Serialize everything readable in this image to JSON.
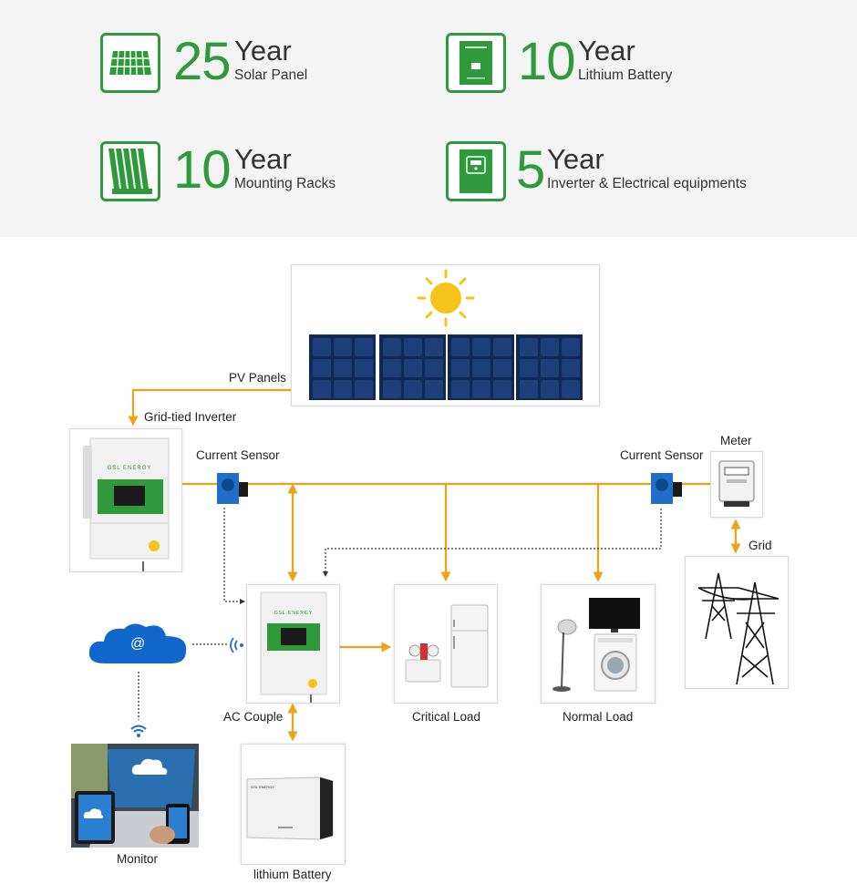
{
  "warranties": [
    {
      "number": "25",
      "unit": "Year",
      "subject": "Solar Panel",
      "icon": "solar-panel-icon"
    },
    {
      "number": "10",
      "unit": "Year",
      "subject": "Lithium Battery",
      "icon": "battery-icon"
    },
    {
      "number": "10",
      "unit": "Year",
      "subject": "Mounting Racks",
      "icon": "mounting-racks-icon"
    },
    {
      "number": "5",
      "unit": "Year",
      "subject": "Inverter & Electrical equipments",
      "icon": "inverter-icon"
    }
  ],
  "diagram": {
    "pv_panels": "PV Panels",
    "grid_tied_inverter": "Grid-tied Inverter",
    "current_sensor_left": "Current Sensor",
    "current_sensor_right": "Current Sensor",
    "meter": "Meter",
    "grid": "Grid",
    "ac_couple": "AC Couple",
    "critical_load": "Critical Load",
    "normal_load": "Normal Load",
    "lithium_battery": "lithium Battery",
    "monitor": "Monitor",
    "brand": "GSL ENERGY",
    "cloud_symbol": "@"
  },
  "colors": {
    "accent_green": "#2f9a3b",
    "wire_orange": "#f0a11a",
    "panel_blue": "#1f3f7a",
    "sun_yellow": "#f6c31a",
    "cloud_blue": "#1166cc"
  }
}
